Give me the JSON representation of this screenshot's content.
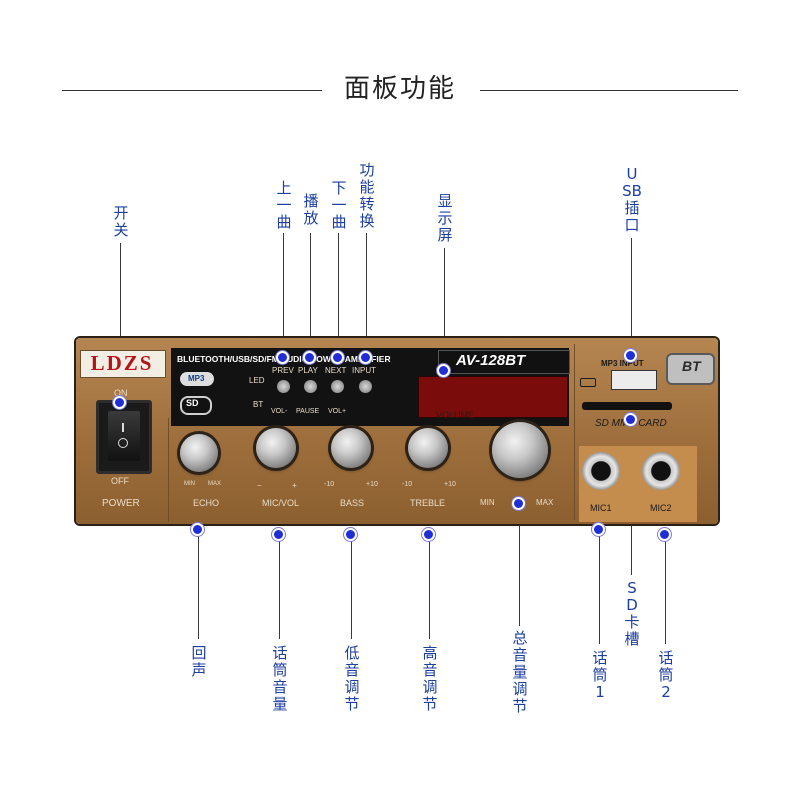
{
  "title": "面板功能",
  "callouts": {
    "power_switch": "开关",
    "prev_track": "上一曲",
    "play": "播放",
    "next_track": "下一曲",
    "mode_switch": "功能转换",
    "display": "显示屏",
    "usb_port": "USB插口",
    "echo": "回声",
    "mic_volume": "话筒音量",
    "bass": "低音调节",
    "treble": "高音调节",
    "master_volume": "总音量调节",
    "mic1": "话筒1",
    "sd_slot": "SD卡槽",
    "mic2": "话筒2"
  },
  "panel": {
    "brand": "LDZS",
    "header": "BLUETOOTH/USB/SD/FM AUDIO POWER AMPLIFIER",
    "model": "AV-128BT",
    "power_on": "ON",
    "power_off": "OFF",
    "power_label": "POWER",
    "mp3_badge": "MP3",
    "sd_badge": "SD",
    "led_label": "LED",
    "bt_label": "BT",
    "btn_prev": "PREV",
    "btn_play": "PLAY",
    "btn_next": "NEXT",
    "btn_input": "INPUT",
    "vol_minus": "VOL-",
    "pause": "PAUSE",
    "vol_plus": "VOL+",
    "volume_label": "VOLUME",
    "echo_label": "ECHO",
    "micvol_label": "MIC/VOL",
    "bass_label": "BASS",
    "treble_label": "TREBLE",
    "min": "MIN",
    "max": "MAX",
    "minus": "−",
    "plus": "+",
    "neg10": "-10",
    "pos10": "+10",
    "mp3_input": "MP3 INPUT",
    "bt_logo": "BT",
    "sd_mmc": "SD MMC CARD",
    "mic1_label": "MIC1",
    "mic2_label": "MIC2",
    "icons": [
      "power-switch-icon",
      "bluetooth-icon",
      "usb-icon",
      "sd-card-icon"
    ]
  },
  "colors": {
    "callout_text": "#1d3f9e",
    "callout_dot": "#1f2ed6",
    "panel_gold": "#a87944",
    "display_red": "#b01414"
  }
}
